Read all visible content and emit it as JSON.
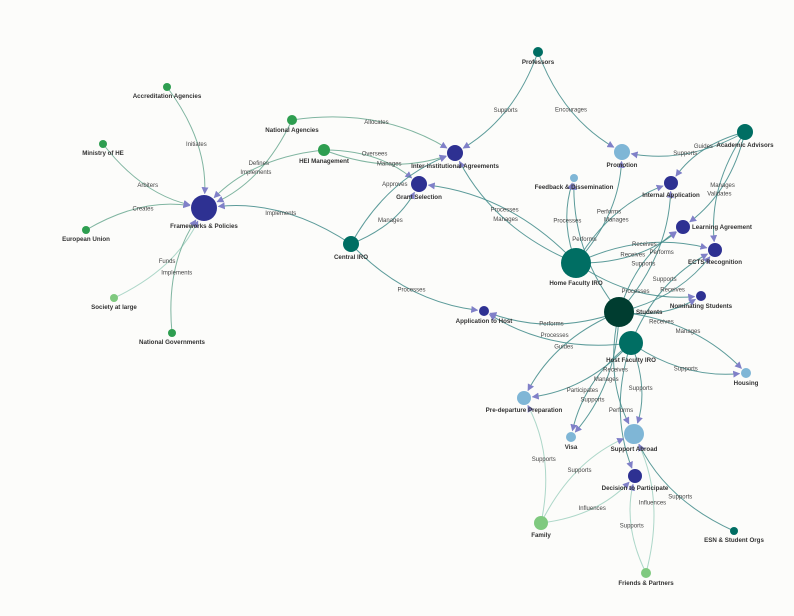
{
  "colors": {
    "students": "#003d30",
    "iro": "#006e63",
    "process": "#2e3192",
    "policy": "#2e9e50",
    "social": "#7fc97f",
    "support": "#7fb6d6"
  },
  "nodes": [
    {
      "id": "professors",
      "label": "Professors",
      "group": "iro"
    },
    {
      "id": "accreditation",
      "label": "Accreditation Agencies",
      "group": "policy"
    },
    {
      "id": "ministry",
      "label": "Ministry of HE",
      "group": "policy"
    },
    {
      "id": "natagencies",
      "label": "National Agencies",
      "group": "policy"
    },
    {
      "id": "hei",
      "label": "HEI Management",
      "group": "policy"
    },
    {
      "id": "interinst",
      "label": "Inter-institutional Agreements",
      "group": "process"
    },
    {
      "id": "promotion",
      "label": "Promotion",
      "group": "support"
    },
    {
      "id": "advisors",
      "label": "Academic Advisors",
      "group": "iro"
    },
    {
      "id": "feedback",
      "label": "Feedback & Dissemination",
      "group": "support"
    },
    {
      "id": "internalapp",
      "label": "Internal Application",
      "group": "process"
    },
    {
      "id": "grant",
      "label": "Grant Selection",
      "group": "process"
    },
    {
      "id": "frameworks",
      "label": "Frameworks & Policies",
      "group": "process"
    },
    {
      "id": "eu",
      "label": "European Union",
      "group": "policy"
    },
    {
      "id": "learning",
      "label": "Learning Agreement",
      "group": "process"
    },
    {
      "id": "central",
      "label": "Central IRO",
      "group": "iro"
    },
    {
      "id": "ects",
      "label": "ECTS Recognition",
      "group": "process"
    },
    {
      "id": "home",
      "label": "Home Faculty IRO",
      "group": "iro"
    },
    {
      "id": "nominating",
      "label": "Nominating Students",
      "group": "process"
    },
    {
      "id": "society",
      "label": "Society at large",
      "group": "social"
    },
    {
      "id": "students",
      "label": "Students",
      "group": "students"
    },
    {
      "id": "apphost",
      "label": "Application to Host",
      "group": "process"
    },
    {
      "id": "host",
      "label": "Host Faculty IRO",
      "group": "iro"
    },
    {
      "id": "natgov",
      "label": "National Governments",
      "group": "policy"
    },
    {
      "id": "housing",
      "label": "Housing",
      "group": "support"
    },
    {
      "id": "predeparture",
      "label": "Pre-departure Preparation",
      "group": "support"
    },
    {
      "id": "visa",
      "label": "Visa",
      "group": "support"
    },
    {
      "id": "supportabroad",
      "label": "Support Abroad",
      "group": "support"
    },
    {
      "id": "decision",
      "label": "Decision to Participate",
      "group": "process"
    },
    {
      "id": "family",
      "label": "Family",
      "group": "social"
    },
    {
      "id": "esn",
      "label": "ESN & Student Orgs",
      "group": "iro"
    },
    {
      "id": "friends",
      "label": "Friends & Partners",
      "group": "social"
    }
  ],
  "edges": [
    {
      "from": "accreditation",
      "to": "frameworks",
      "label": "Initiates"
    },
    {
      "from": "ministry",
      "to": "frameworks",
      "label": "Arbiters"
    },
    {
      "from": "natagencies",
      "to": "frameworks",
      "label": "Implements"
    },
    {
      "from": "hei",
      "to": "frameworks",
      "label": "Defines"
    },
    {
      "from": "eu",
      "to": "frameworks",
      "label": "Creates"
    },
    {
      "from": "society",
      "to": "frameworks",
      "label": "Funds"
    },
    {
      "from": "natgov",
      "to": "frameworks",
      "label": "Implements"
    },
    {
      "from": "central",
      "to": "frameworks",
      "label": "Implements"
    },
    {
      "from": "natagencies",
      "to": "interinst",
      "label": "Allocates"
    },
    {
      "from": "hei",
      "to": "interinst",
      "label": "Manages"
    },
    {
      "from": "hei",
      "to": "grant",
      "label": "Oversees"
    },
    {
      "from": "central",
      "to": "grant",
      "label": "Manages"
    },
    {
      "from": "central",
      "to": "interinst",
      "label": "Approves"
    },
    {
      "from": "central",
      "to": "apphost",
      "label": "Processes"
    },
    {
      "from": "professors",
      "to": "interinst",
      "label": "Supports"
    },
    {
      "from": "professors",
      "to": "promotion",
      "label": "Encourages"
    },
    {
      "from": "advisors",
      "to": "promotion",
      "label": "Supports"
    },
    {
      "from": "advisors",
      "to": "internalapp",
      "label": "Guides"
    },
    {
      "from": "advisors",
      "to": "learning",
      "label": "Manages"
    },
    {
      "from": "advisors",
      "to": "ects",
      "label": "Validates"
    },
    {
      "from": "home",
      "to": "interinst",
      "label": "Manages"
    },
    {
      "from": "home",
      "to": "grant",
      "label": "Processes"
    },
    {
      "from": "home",
      "to": "feedback",
      "label": "Processes"
    },
    {
      "from": "home",
      "to": "promotion",
      "label": "Performs"
    },
    {
      "from": "home",
      "to": "internalapp",
      "label": "Manages"
    },
    {
      "from": "home",
      "to": "learning",
      "label": "Receives"
    },
    {
      "from": "home",
      "to": "ects",
      "label": "Receives"
    },
    {
      "from": "home",
      "to": "nominating",
      "label": "Processes"
    },
    {
      "from": "students",
      "to": "feedback",
      "label": "Performs"
    },
    {
      "from": "students",
      "to": "internalapp",
      "label": "Performs"
    },
    {
      "from": "students",
      "to": "learning",
      "label": "Supports"
    },
    {
      "from": "students",
      "to": "ects",
      "label": "Receives"
    },
    {
      "from": "students",
      "to": "apphost",
      "label": "Performs"
    },
    {
      "from": "students",
      "to": "nominating",
      "label": "Receives"
    },
    {
      "from": "students",
      "to": "housing",
      "label": "Manages"
    },
    {
      "from": "students",
      "to": "predeparture",
      "label": "Guides"
    },
    {
      "from": "students",
      "to": "visa",
      "label": "Manages"
    },
    {
      "from": "students",
      "to": "supportabroad",
      "label": "Receives"
    },
    {
      "from": "host",
      "to": "apphost",
      "label": "Processes"
    },
    {
      "from": "host",
      "to": "housing",
      "label": "Supports"
    },
    {
      "from": "host",
      "to": "predeparture",
      "label": "Participates"
    },
    {
      "from": "host",
      "to": "visa",
      "label": "Supports"
    },
    {
      "from": "host",
      "to": "supportabroad",
      "label": "Supports"
    },
    {
      "from": "host",
      "to": "decision",
      "label": "Performs"
    },
    {
      "from": "host",
      "to": "ects",
      "label": "Supports"
    },
    {
      "from": "family",
      "to": "predeparture",
      "label": "Supports"
    },
    {
      "from": "family",
      "to": "supportabroad",
      "label": "Supports"
    },
    {
      "from": "family",
      "to": "decision",
      "label": "Influences"
    },
    {
      "from": "friends",
      "to": "decision",
      "label": "Supports"
    },
    {
      "from": "friends",
      "to": "supportabroad",
      "label": "Influences"
    },
    {
      "from": "esn",
      "to": "supportabroad",
      "label": "Supports"
    }
  ]
}
